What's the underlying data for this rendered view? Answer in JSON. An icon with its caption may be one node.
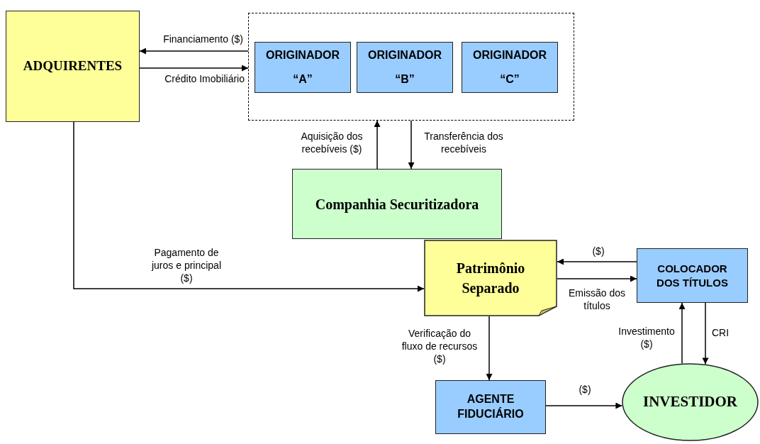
{
  "diagram": {
    "nodes": [
      {
        "text": [
          "ADQUIRENTES"
        ]
      },
      {
        "text": [],
        "shape": "box"
      },
      {
        "text": [
          "ORIGINADOR “A”"
        ],
        "in": 1
      },
      {
        "text": [
          "ORIGINADOR “B”"
        ],
        "in": 1
      },
      {
        "text": [
          "ORIGINADOR “C”"
        ],
        "in": 1
      },
      {
        "text": [
          "Companhia Securitizadora"
        ]
      },
      {
        "text": [
          "Patrimônio Separado"
        ]
      },
      {
        "text": [
          "COLOCADOR DOS TÍTULOS"
        ]
      },
      {
        "text": [
          "AGENTE FIDUCIÁRIO"
        ]
      },
      {
        "text": [
          "INVESTIDOR"
        ]
      }
    ],
    "edges": [
      {
        "from": 1,
        "to": 0,
        "arrow": "to",
        "label": "Financiamento ($)"
      },
      {
        "from": 0,
        "to": 1,
        "arrow": "to",
        "label": "Crédito Imobiliário"
      },
      {
        "from": 5,
        "to": 1,
        "arrow": "to",
        "label": "Aquisição dos recebíveis ($)"
      },
      {
        "from": 1,
        "to": 5,
        "arrow": "to",
        "label": "Transferência dos recebíveis"
      },
      {
        "from": 0,
        "to": 6,
        "arrow": "to",
        "label": "Pagamento de juros e principal ($)"
      },
      {
        "from": 7,
        "to": 6,
        "arrow": "to",
        "label": "($)"
      },
      {
        "from": 6,
        "to": 7,
        "arrow": "to",
        "label": "Emissão dos títulos"
      },
      {
        "from": 6,
        "to": 8,
        "arrow": "to",
        "label": "Verificação do fluxo de recursos ($)"
      },
      {
        "from": 8,
        "to": 9,
        "arrow": "to",
        "label": "($)"
      },
      {
        "from": 9,
        "to": 7,
        "arrow": "to",
        "label": "Investimento ($)"
      },
      {
        "from": 7,
        "to": 9,
        "arrow": "to",
        "label": "CRI"
      }
    ]
  }
}
